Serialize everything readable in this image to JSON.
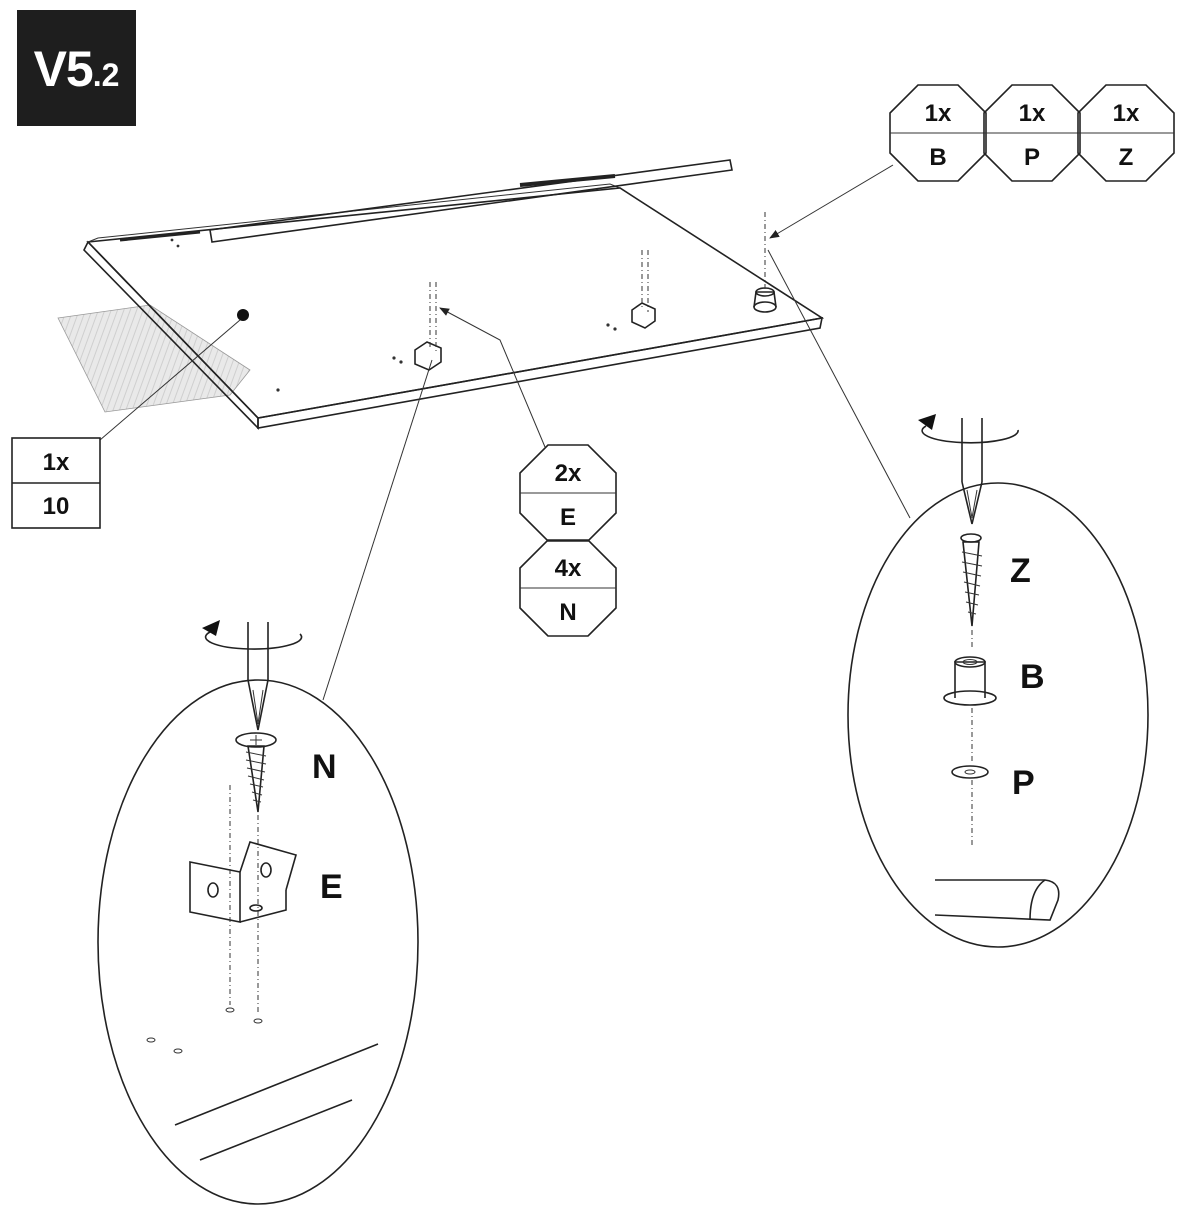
{
  "step": {
    "main": "V5",
    "sub": ".2"
  },
  "callouts": {
    "top_right": [
      {
        "qty": "1x",
        "part": "B"
      },
      {
        "qty": "1x",
        "part": "P"
      },
      {
        "qty": "1x",
        "part": "Z"
      }
    ],
    "center": [
      {
        "qty": "2x",
        "part": "E"
      },
      {
        "qty": "4x",
        "part": "N"
      }
    ],
    "panel_label": {
      "qty": "1x",
      "part": "10"
    }
  },
  "detail_left": {
    "screw_label": "N",
    "bracket_label": "E"
  },
  "detail_right": {
    "screw_label": "Z",
    "cap_label": "B",
    "washer_label": "P"
  }
}
